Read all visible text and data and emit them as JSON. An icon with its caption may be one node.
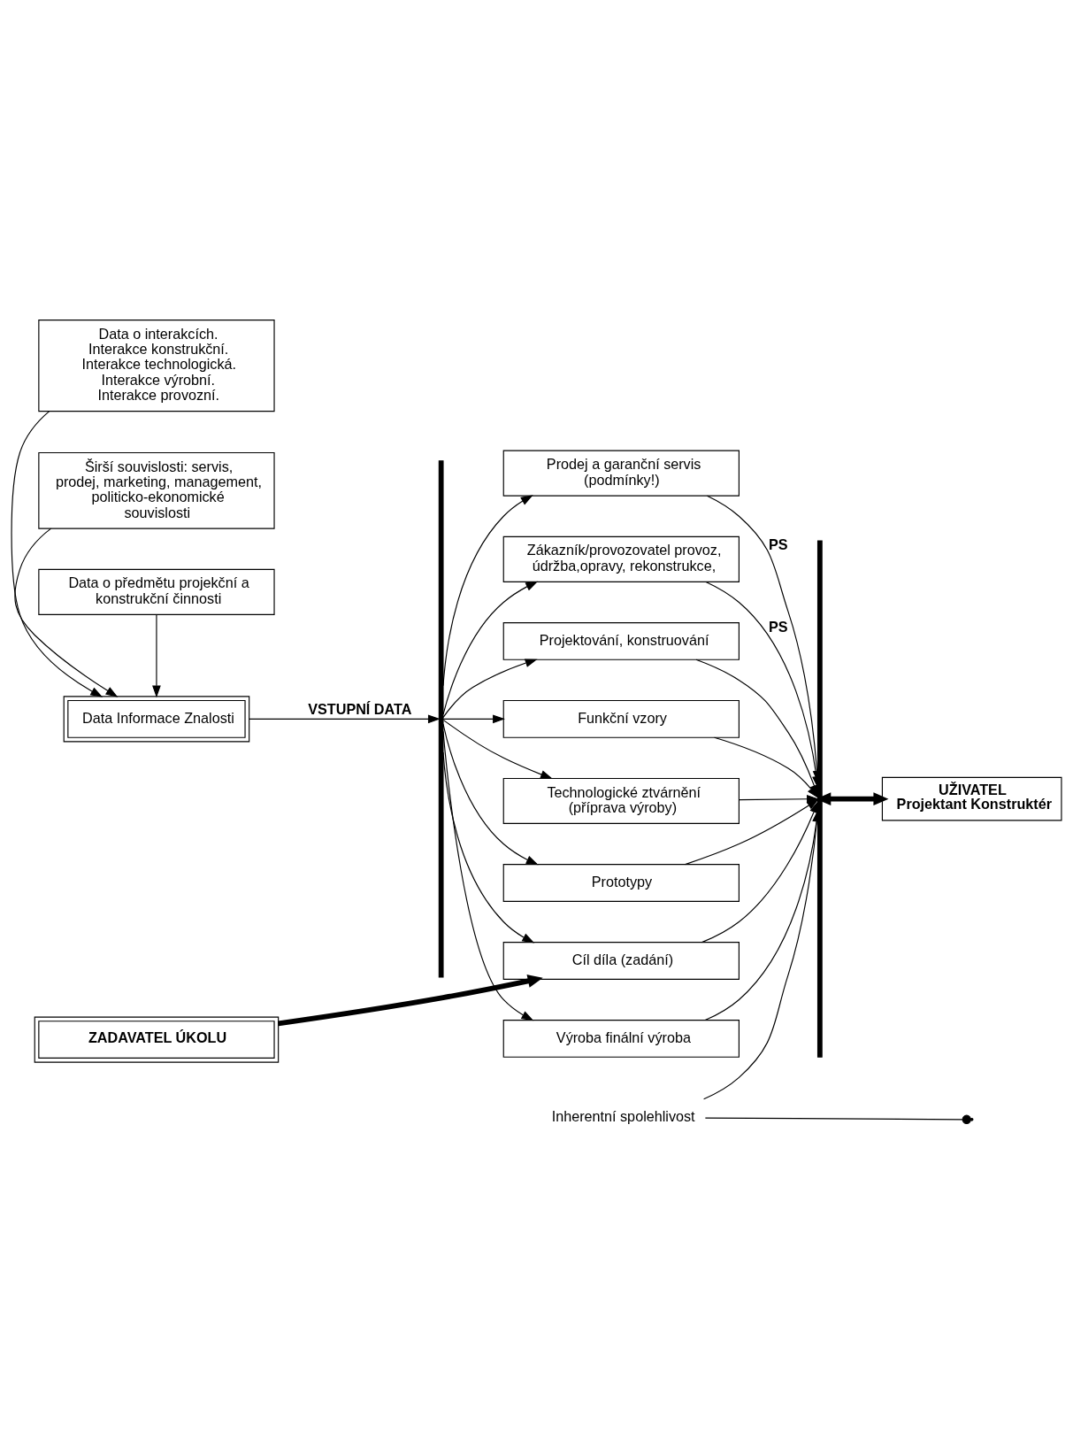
{
  "diagram": {
    "nodes": [
      {
        "text": [
          "Data Informace Znalosti"
        ]
      },
      {
        "text": [
          "Data o předmětu projekční a konstrukční činnosti"
        ]
      },
      {
        "text": [
          "Data o interakcích.",
          "Interakce konstrukční.",
          "Interakce technologická.",
          "Interakce výrobní.",
          "Interakce provozní."
        ]
      },
      {
        "text": [
          "Širší souvislosti: servis, prodej, marketing, management, politicko-ekonomické souvislosti"
        ]
      },
      {
        "text": [],
        "shape": "bar"
      },
      {
        "text": [
          "ZADAVATEL ÚKOLU"
        ]
      },
      {
        "text": [
          "Cíl díla (zadání)"
        ]
      },
      {
        "text": [
          "Projektování, konstruování"
        ]
      },
      {
        "text": [
          "Funkční vzory"
        ]
      },
      {
        "text": [
          "Technologické ztvárnění (příprava výroby)"
        ]
      },
      {
        "text": [
          "Prototypy"
        ]
      },
      {
        "text": [
          "Výroba finální výroba"
        ]
      },
      {
        "text": [
          "Prodej a garanční servis (podmínky!)"
        ]
      },
      {
        "text": [
          "Zákazník/provozovatel provoz, údržba,opravy, rekonstrukce,"
        ]
      },
      {
        "text": [],
        "shape": "bar"
      },
      {
        "text": [
          "UŽIVATEL",
          "Projektant Konstruktér"
        ]
      },
      {
        "text": [
          "Inherentní spolehlivost"
        ]
      }
    ],
    "edges": [
      {
        "from": 1,
        "to": 0,
        "arrow": "to"
      },
      {
        "from": 2,
        "to": 0,
        "arrow": "to"
      },
      {
        "from": 3,
        "to": 0,
        "arrow": "to"
      },
      {
        "from": 0,
        "to": 4,
        "arrow": "to",
        "label": "VSTUPNÍ DATA"
      },
      {
        "from": 5,
        "to": 6,
        "arrow": "to",
        "style": "thick"
      },
      {
        "from": 4,
        "to": 6,
        "arrow": "to"
      },
      {
        "from": 4,
        "to": 7,
        "arrow": "to"
      },
      {
        "from": 4,
        "to": 8,
        "arrow": "to"
      },
      {
        "from": 4,
        "to": 9,
        "arrow": "to"
      },
      {
        "from": 4,
        "to": 10,
        "arrow": "to"
      },
      {
        "from": 4,
        "to": 11,
        "arrow": "to"
      },
      {
        "from": 4,
        "to": 12,
        "arrow": "to"
      },
      {
        "from": 4,
        "to": 13,
        "arrow": "to"
      },
      {
        "from": 6,
        "to": 14,
        "arrow": "to"
      },
      {
        "from": 7,
        "to": 14,
        "arrow": "to"
      },
      {
        "from": 8,
        "to": 14,
        "arrow": "to"
      },
      {
        "from": 9,
        "to": 14,
        "arrow": "to"
      },
      {
        "from": 10,
        "to": 14,
        "arrow": "to"
      },
      {
        "from": 11,
        "to": 14,
        "arrow": "to"
      },
      {
        "from": 12,
        "to": 14,
        "arrow": "to",
        "label": "PS"
      },
      {
        "from": 13,
        "to": 14,
        "arrow": "to",
        "label": "PS"
      },
      {
        "from": 14,
        "to": 15,
        "arrow": "both",
        "style": "thick"
      },
      {
        "from": 16,
        "to": 14,
        "arrow": "none"
      },
      {
        "from": 16,
        "to": null,
        "arrow": "other"
      }
    ]
  }
}
